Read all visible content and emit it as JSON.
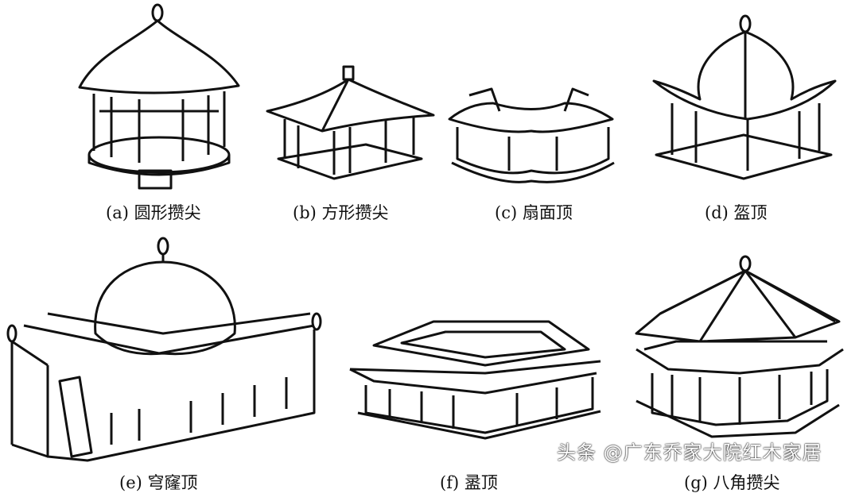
{
  "figures": [
    {
      "label": "(a) 圆形攒尖"
    },
    {
      "label": "(b) 方形攒尖"
    },
    {
      "label": "(c) 扇面顶"
    },
    {
      "label": "(d) 盔顶"
    },
    {
      "label": "(e) 穹窿顶"
    },
    {
      "label": "(f) 盝顶"
    },
    {
      "label": "(g) 八角攒尖"
    }
  ],
  "watermark": "头条 @广东乔家大院红木家居"
}
